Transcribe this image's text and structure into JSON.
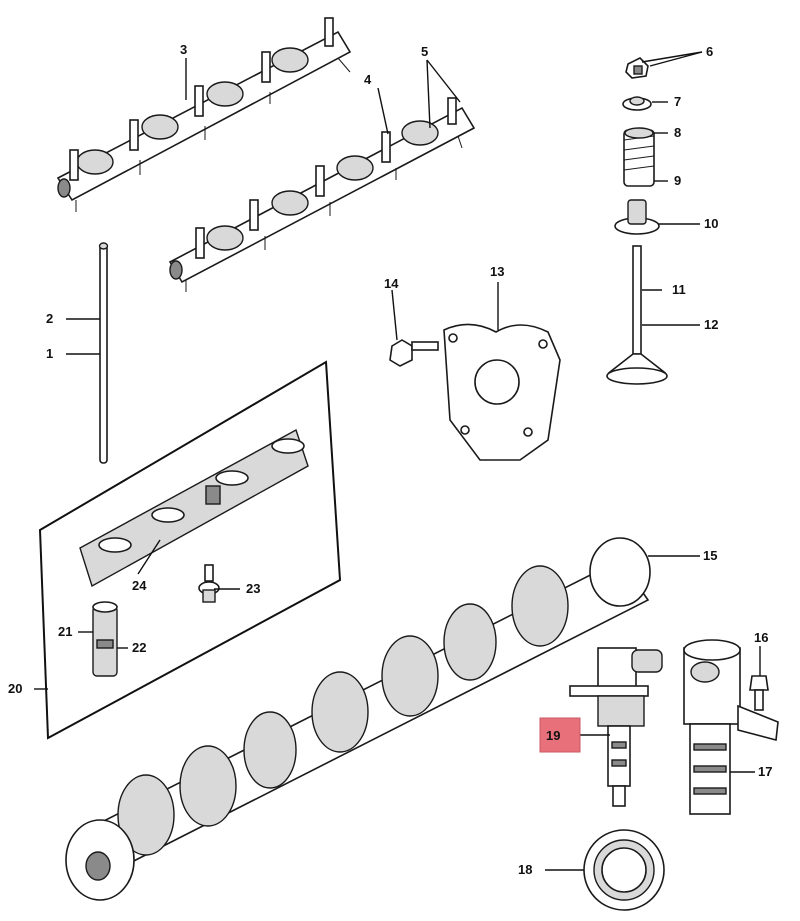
{
  "diagram": {
    "callouts": [
      {
        "id": "1",
        "text": "1"
      },
      {
        "id": "2",
        "text": "2"
      },
      {
        "id": "3",
        "text": "3"
      },
      {
        "id": "4",
        "text": "4"
      },
      {
        "id": "5",
        "text": "5"
      },
      {
        "id": "6",
        "text": "6"
      },
      {
        "id": "7",
        "text": "7"
      },
      {
        "id": "8",
        "text": "8"
      },
      {
        "id": "9",
        "text": "9"
      },
      {
        "id": "10",
        "text": "10"
      },
      {
        "id": "11",
        "text": "11"
      },
      {
        "id": "12",
        "text": "12"
      },
      {
        "id": "13",
        "text": "13"
      },
      {
        "id": "14",
        "text": "14"
      },
      {
        "id": "15",
        "text": "15"
      },
      {
        "id": "16",
        "text": "16"
      },
      {
        "id": "17",
        "text": "17"
      },
      {
        "id": "18",
        "text": "18"
      },
      {
        "id": "19",
        "text": "19"
      },
      {
        "id": "20",
        "text": "20"
      },
      {
        "id": "21",
        "text": "21"
      },
      {
        "id": "22",
        "text": "22"
      },
      {
        "id": "23",
        "text": "23"
      },
      {
        "id": "24",
        "text": "24"
      }
    ],
    "highlighted_callout": "19",
    "highlight_color": "#e8707a",
    "line_color": "#111111",
    "part_fill_color": "#d9d9d9"
  }
}
